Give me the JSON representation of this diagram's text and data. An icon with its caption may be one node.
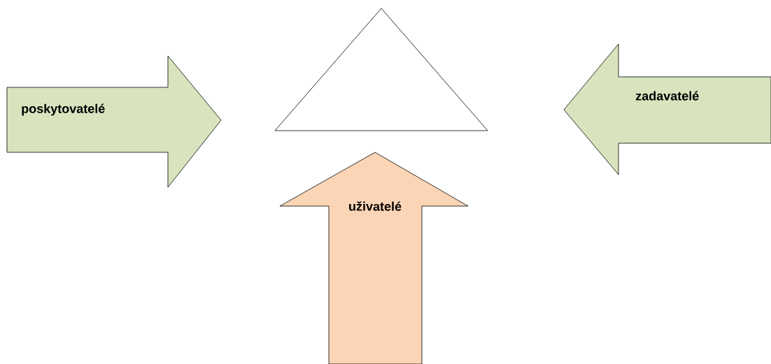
{
  "diagram": {
    "nodes": [
      {
        "text": [],
        "shape": "triangle"
      },
      {
        "text": [
          "poskytovatelé"
        ]
      },
      {
        "text": [
          "zadavatelé"
        ]
      },
      {
        "text": [
          "uživatelé"
        ]
      }
    ]
  }
}
